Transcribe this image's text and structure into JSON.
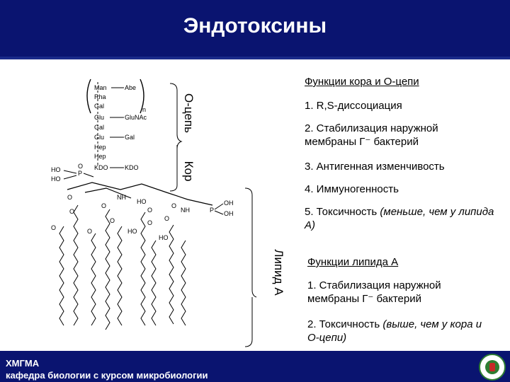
{
  "header": {
    "title": "Эндотоксины"
  },
  "brackets": {
    "o_chain": "О-цепь",
    "core": "Кор",
    "lipid_a": "Липид А"
  },
  "core_o_functions": {
    "heading": "Функции кора и О-цепи",
    "items": [
      {
        "text": "1. R,S-диссоциация"
      },
      {
        "text": "2. Стабилизация наружной мембраны Г⁻ бактерий"
      },
      {
        "text": "3. Антигенная изменчивость"
      },
      {
        "text": "4. Иммуногенность"
      },
      {
        "text": "5. Токсичность",
        "note": "(меньше, чем у липида А)"
      }
    ]
  },
  "lipid_a_functions": {
    "heading": "Функции липида А",
    "items": [
      {
        "text": "1. Стабилизация наружной мембраны Г⁻ бактерий"
      },
      {
        "text": "2. Токсичность",
        "note": "(выше, чем у кора и О-цепи)"
      }
    ]
  },
  "structure_labels": {
    "man": "Man",
    "abe": "Abe",
    "rha": "Rha",
    "gal1": "Gal",
    "n": "n",
    "glu1": "Glu",
    "glunac": "GluNAc",
    "gal2": "Gal",
    "glu2": "Glu",
    "gal3": "Gal",
    "hep1": "Hep",
    "hep2": "Hep",
    "kdo1": "KDO",
    "kdo2": "KDO",
    "ho1": "HO",
    "ho2": "HO",
    "p1": "P",
    "o1": "O",
    "o2": "O",
    "o3": "O",
    "o4": "O",
    "o5": "O",
    "o6": "O",
    "nh1": "NH",
    "nh2": "NH",
    "ho3": "HO",
    "ho4": "HO",
    "ho5": "HO",
    "p2": "P",
    "oh1": "OH",
    "oh2": "OH",
    "o7": "O",
    "o8": "O",
    "o9": "O",
    "o10": "O",
    "o11": "O"
  },
  "footer": {
    "org": "ХМГМА",
    "dept": "кафедра биологии с курсом микробиологии"
  }
}
